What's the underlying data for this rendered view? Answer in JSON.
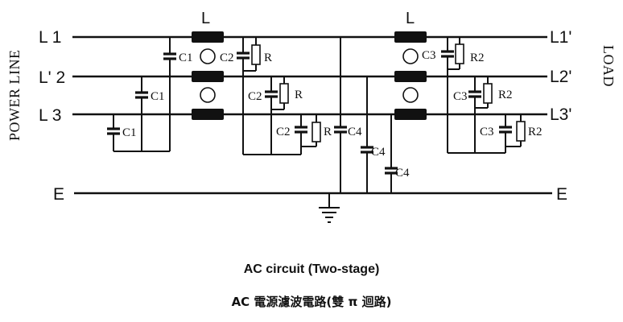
{
  "side_labels": {
    "left": "POWER LINE",
    "right": "LOAD"
  },
  "lines": {
    "l1_in": "L 1",
    "l2_in": "L' 2",
    "l3_in": "L 3",
    "l1_out": "L1'",
    "l2_out": "L2'",
    "l3_out": "L3'",
    "e_in": "E",
    "e_out": "E"
  },
  "inductor_labels": {
    "stage1": "L",
    "stage2": "L"
  },
  "components": {
    "c1_a": "C1",
    "c1_b": "C1",
    "c1_c": "C1",
    "c2_a": "C2",
    "r_a": "R",
    "c2_b": "C2",
    "r_b": "R",
    "c2_c": "C2",
    "r_c": "R",
    "c4_a": "C4",
    "c4_b": "C4",
    "c4_c": "C4",
    "c3_a": "C3",
    "r2_a": "R2",
    "c3_b": "C3",
    "r2_b": "R2",
    "c3_c": "C3",
    "r2_c": "R2"
  },
  "caption": {
    "title": "AC circuit (Two-stage)",
    "subtitle": "AC 電源濾波電路(雙 π 迴路)"
  }
}
